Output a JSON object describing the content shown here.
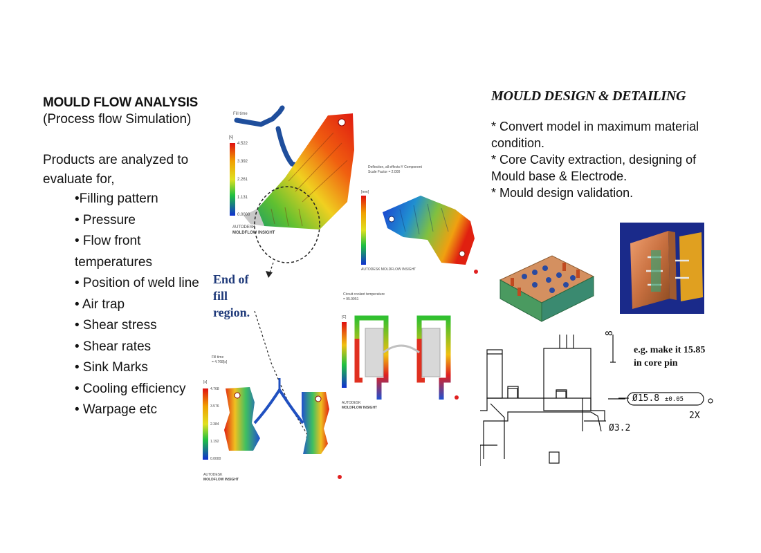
{
  "left_panel": {
    "title": "MOULD FLOW ANALYSIS",
    "subtitle": "(Process flow Simulation)",
    "intro_line1": "Products are analyzed to",
    "intro_line2": "evaluate for,",
    "items": [
      "•Filling pattern",
      "• Pressure",
      "• Flow front",
      "temperatures",
      "• Position of weld line",
      "• Air trap",
      "• Shear stress",
      "• Shear rates",
      "• Sink Marks",
      "• Cooling efficiency",
      "• Warpage etc"
    ]
  },
  "simulations": {
    "fill_time": {
      "unit": "[s]",
      "ticks": [
        "4.522",
        "3.392",
        "2.261",
        "1.131",
        "0.0000"
      ],
      "brand1": "AUTODESK",
      "brand2": "MOLDFLOW INSIGHT"
    },
    "end_of_fill": {
      "line1": "End of",
      "line2": "fill",
      "line3": "region."
    },
    "deflection": {
      "title1": "Deflection, all effects:Y Component",
      "title2": "Scale Factor = 2.000",
      "unit": "[mm]",
      "brand": "AUTODESK MOLDFLOW INSIGHT"
    },
    "coolant": {
      "title1": "Circuit coolant temperature",
      "title2": "= 95.9951",
      "unit": "[C]",
      "brand1": "AUTODESK",
      "brand2": "MOLDFLOW INSIGHT"
    },
    "fill_time_2": {
      "title1": "Fill time",
      "title2": "= 4.768[s]",
      "unit": "[s]",
      "ticks": [
        "4.768",
        "3.576",
        "2.384",
        "1.192",
        "0.0000"
      ],
      "brand1": "AUTODESK",
      "brand2": "MOLDFLOW INSIGHT"
    }
  },
  "right_panel": {
    "title": "MOULD DESIGN & DETAILING",
    "lines": [
      "* Convert model in maximum material",
      "condition.",
      "* Core Cavity extraction, designing of",
      "Mould base & Electrode.",
      "* Mould design validation."
    ]
  },
  "drawing": {
    "note_line1": "e.g. make it 15.85",
    "note_line2": "in core pin",
    "dim_diameter": "Ø15.8",
    "dim_tolerance": "±0.05",
    "dim_multiplier": "2X",
    "dim_small": "Ø3.2",
    "dim_height": "8"
  },
  "colors": {
    "flow_blue": "#1f4e9c",
    "end_of_fill_text": "#1f3a7a",
    "heat_red": "#e02010",
    "heat_green": "#40c030"
  }
}
